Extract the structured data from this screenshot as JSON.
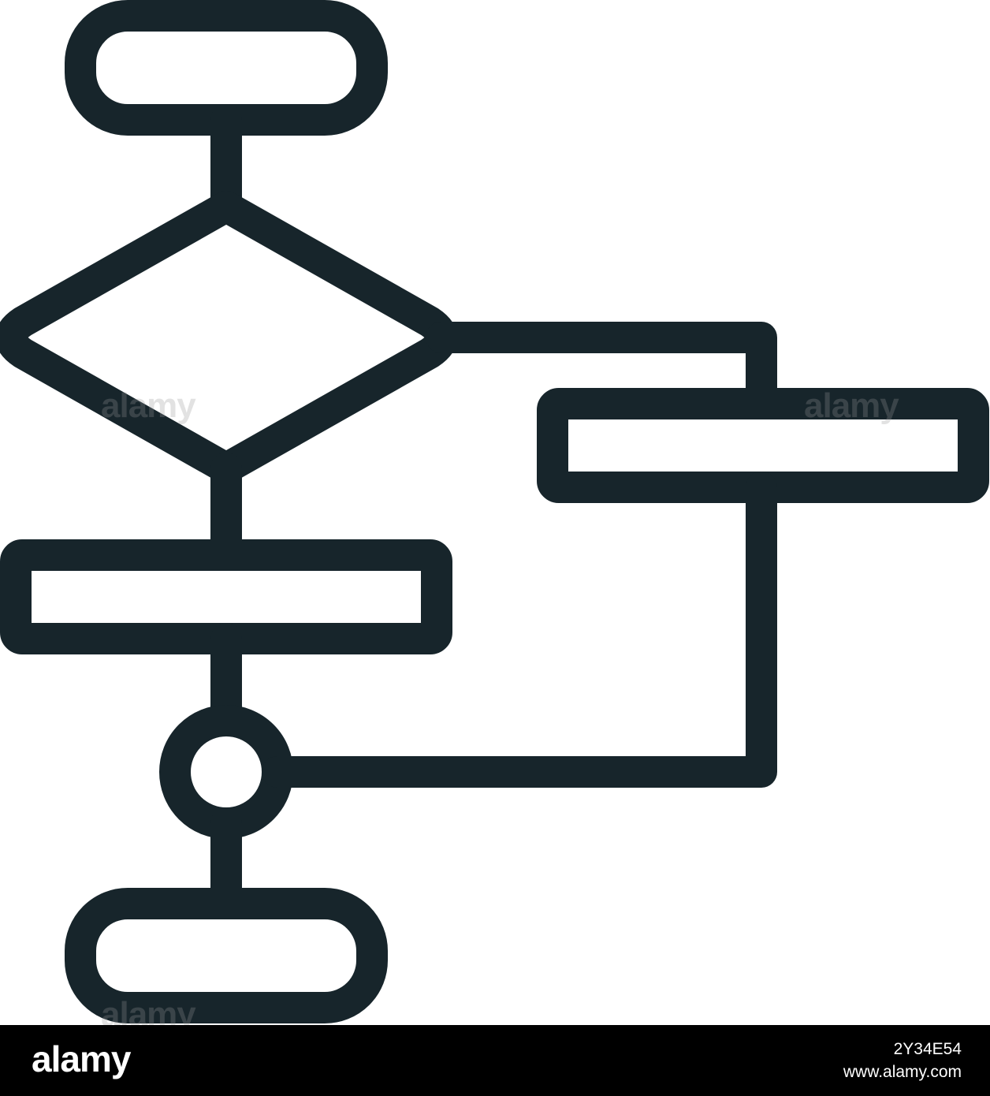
{
  "icon": {
    "name": "flowchart-icon",
    "stroke_color": "#17252B",
    "background_color": "#FFFFFF"
  },
  "watermark": {
    "text": "alamy"
  },
  "footer": {
    "background_color": "#000000",
    "logo_text": "alamy",
    "image_id": "2Y34E54",
    "site": "www.alamy.com"
  }
}
